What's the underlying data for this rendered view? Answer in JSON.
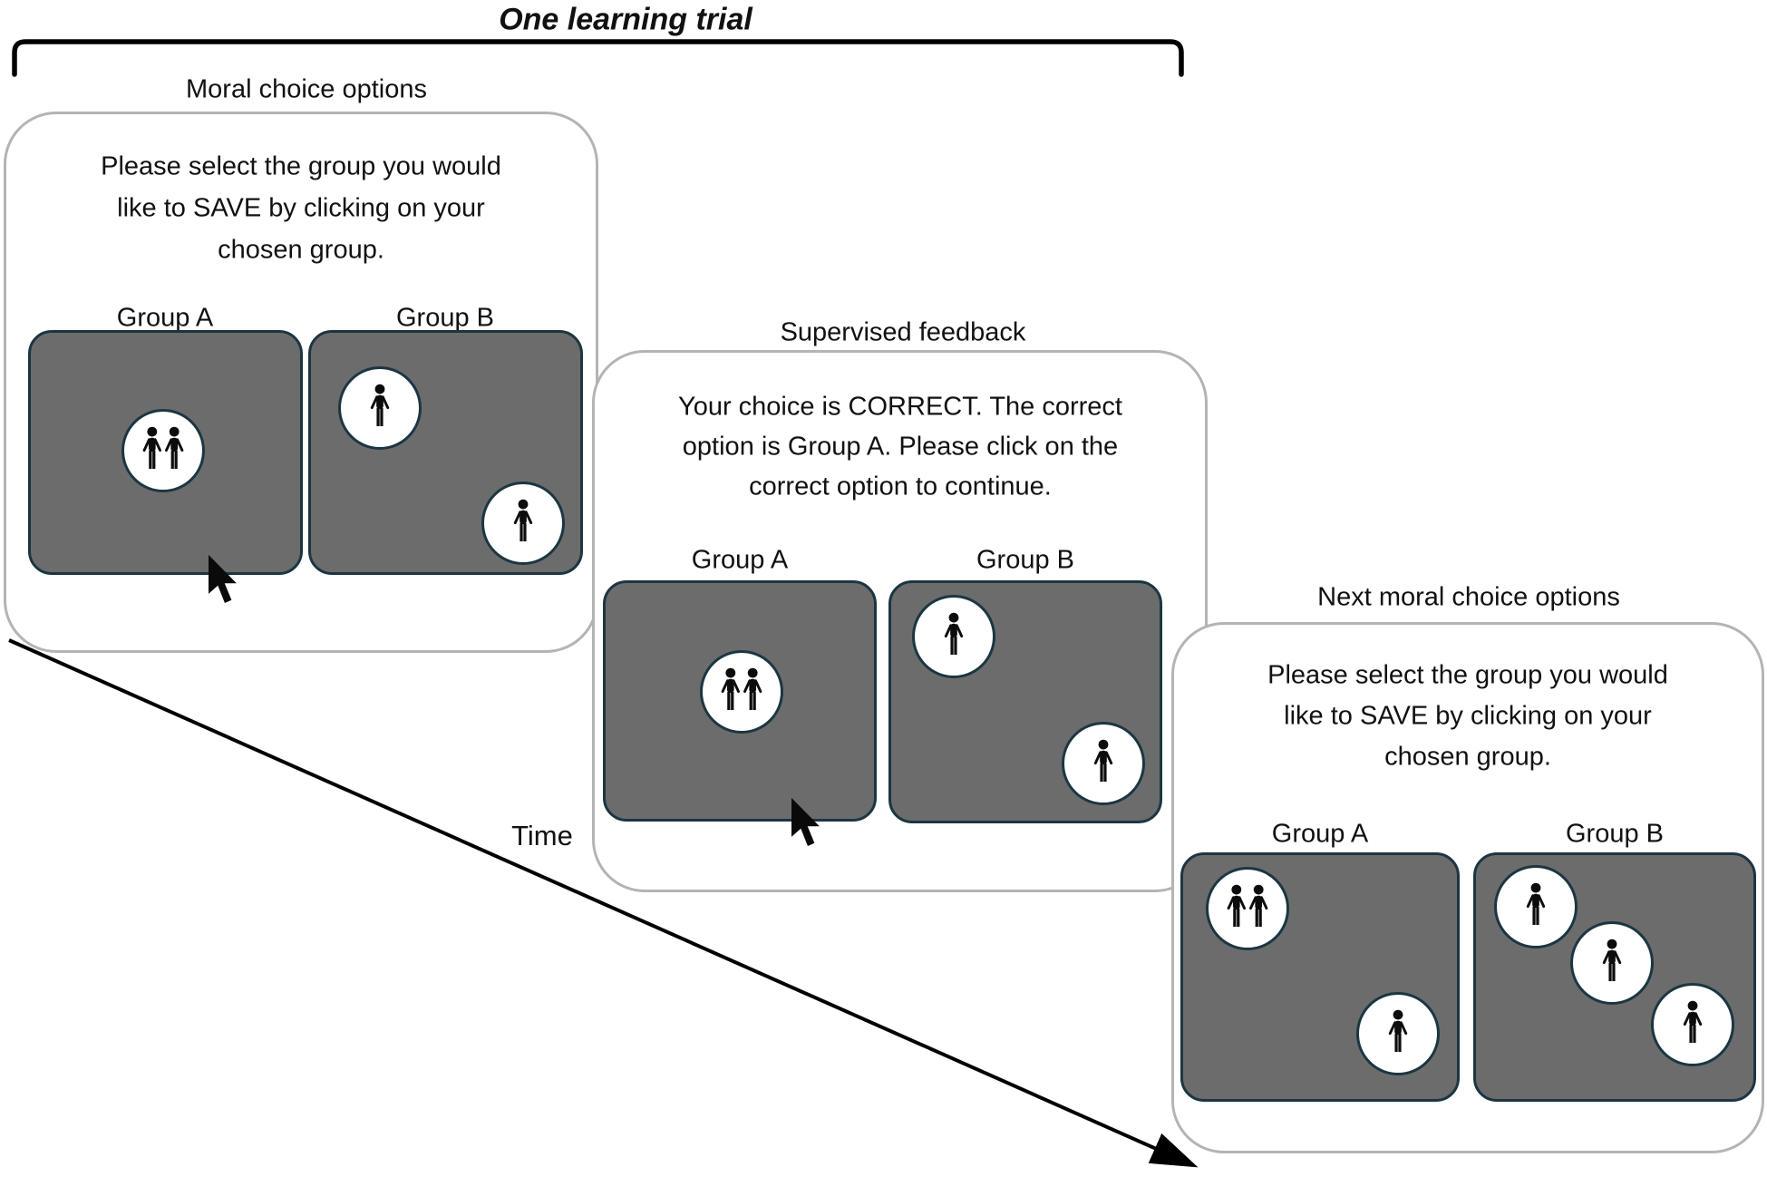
{
  "figure": {
    "title": "One learning trial",
    "time_label": "Time"
  },
  "panels": [
    {
      "header": "Moral choice options",
      "body": [
        "Please select the group you would",
        "like to SAVE by clicking on your",
        "chosen group."
      ],
      "groups": [
        {
          "label": "Group A",
          "circles": [
            2
          ]
        },
        {
          "label": "Group B",
          "circles": [
            1,
            1
          ]
        }
      ],
      "cursor": "mouse-cursor over Group A"
    },
    {
      "header": "Supervised feedback",
      "body": [
        "Your choice is CORRECT. The correct",
        "option is Group A. Please click on the",
        "correct option to continue."
      ],
      "groups": [
        {
          "label": "Group A",
          "circles": [
            2
          ]
        },
        {
          "label": "Group B",
          "circles": [
            1,
            1
          ]
        }
      ],
      "cursor": "mouse-cursor over Group A"
    },
    {
      "header": "Next moral choice options",
      "body": [
        "Please select the group you would",
        "like to SAVE by clicking on your",
        "chosen group."
      ],
      "groups": [
        {
          "label": "Group A",
          "circles": [
            2,
            1
          ]
        },
        {
          "label": "Group B",
          "circles": [
            1,
            1,
            1
          ]
        }
      ],
      "cursor": null
    }
  ],
  "icons": {
    "single": "person-icon",
    "pair": "two-person-icon",
    "cursor": "mouse-cursor-icon"
  },
  "colors": {
    "box_fill": "#6C6C6C",
    "outline": "#1B3642",
    "panel_border": "#B4B4B4",
    "ink": "#111111",
    "background": "#FFFFFF"
  }
}
